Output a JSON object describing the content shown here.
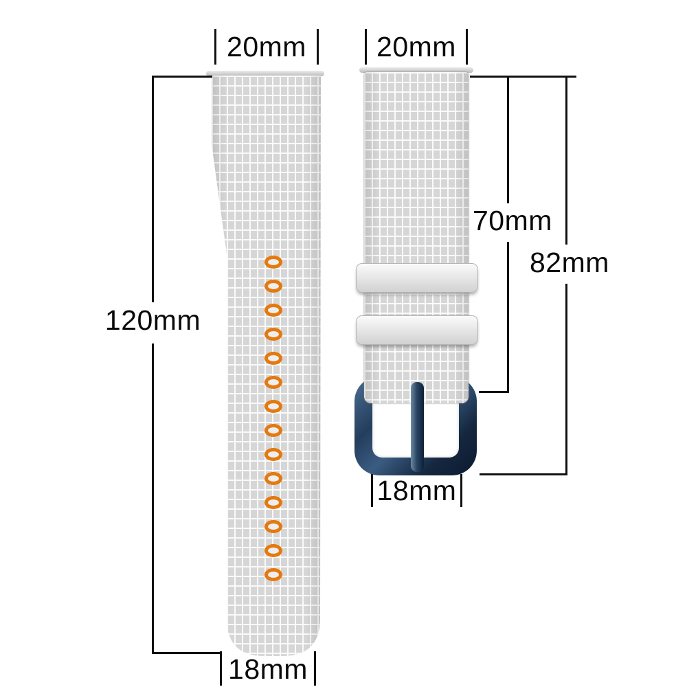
{
  "diagram": {
    "title": "watch-strap-dimension-diagram",
    "background": "#ffffff"
  },
  "colors": {
    "strap_base": "#d6d6d6",
    "grid_line": "#fafafa",
    "hole_ring": "#e5790f",
    "buckle_dark": "#0c1930",
    "buckle_light": "#4e6f94",
    "dim_line": "#111111",
    "text": "#0a0a0a"
  },
  "strap_left": {
    "top_width_label": "20mm",
    "length_label": "120mm",
    "bottom_width_label": "18mm",
    "hole_count": 14
  },
  "strap_right": {
    "top_width_label": "20mm",
    "strap_length_label": "70mm",
    "total_length_label": "82mm",
    "buckle_width_label": "18mm"
  }
}
